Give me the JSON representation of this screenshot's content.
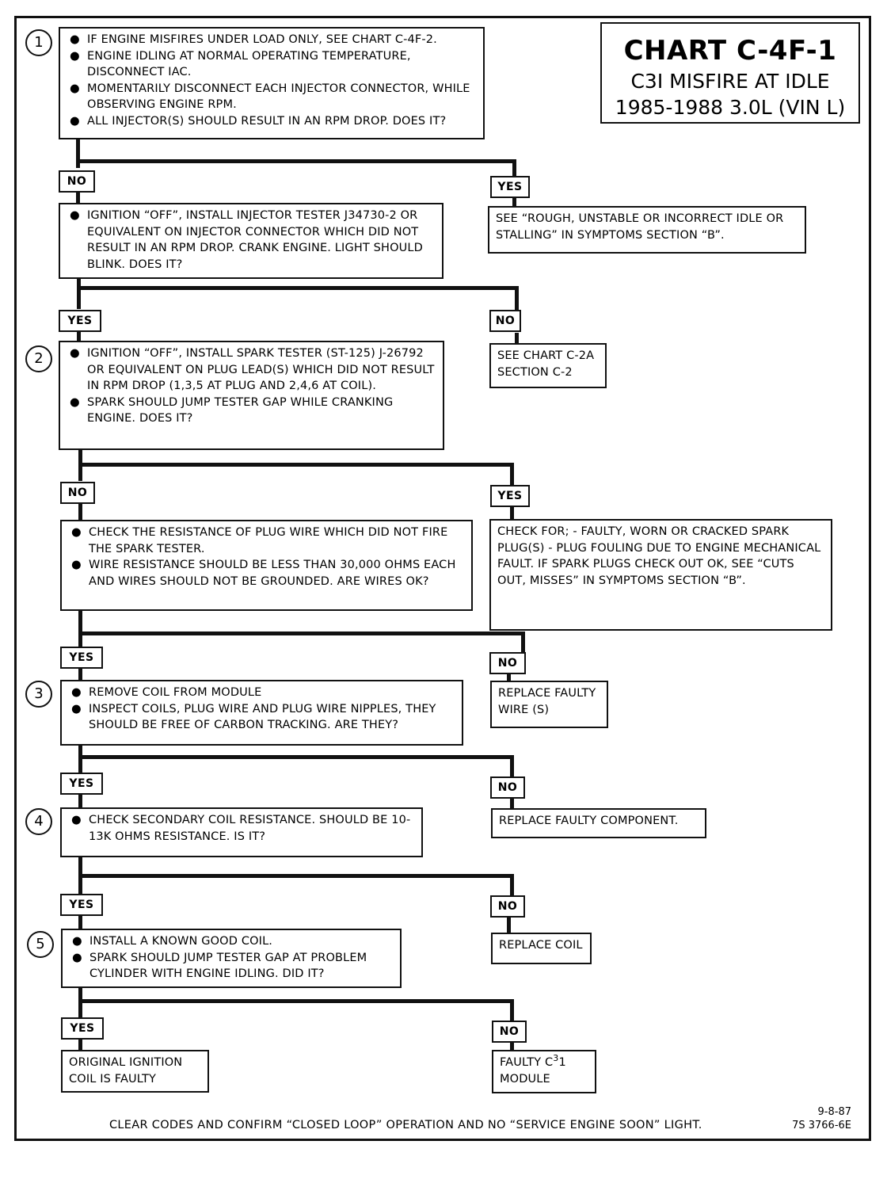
{
  "title": {
    "chart": "CHART C-4F-1",
    "line2": "C3I MISFIRE AT IDLE",
    "line3": "1985-1988 3.0L (VIN L)"
  },
  "steps": [
    "1",
    "2",
    "3",
    "4",
    "5"
  ],
  "box1": [
    "IF ENGINE MISFIRES UNDER LOAD ONLY, SEE CHART C-4F-2.",
    "ENGINE IDLING AT NORMAL OPERATING TEMPERATURE, DISCONNECT IAC.",
    "MOMENTARILY DISCONNECT EACH INJECTOR CONNECTOR, WHILE OBSERVING ENGINE RPM.",
    "ALL INJECTOR(S) SHOULD RESULT IN AN RPM DROP.  DOES IT?"
  ],
  "box2": [
    "IGNITION “OFF”, INSTALL INJECTOR TESTER J34730-2 OR EQUIVALENT ON INJECTOR CONNECTOR WHICH DID NOT RESULT IN AN  RPM DROP.  CRANK ENGINE.  LIGHT SHOULD BLINK. DOES IT?"
  ],
  "box2_yes": "SEE  “ROUGH, UNSTABLE OR INCORRECT IDLE OR STALLING” IN SYMPTOMS SECTION “B”.",
  "box3": [
    "IGNITION “OFF”, INSTALL SPARK TESTER  (ST-125) J-26792 OR EQUIVALENT ON PLUG LEAD(S) WHICH DID NOT RESULT IN RPM DROP (1,3,5 AT PLUG AND 2,4,6 AT COIL).",
    "SPARK SHOULD JUMP TESTER GAP WHILE CRANKING ENGINE.  DOES IT?"
  ],
  "box3_no": "SEE CHART C-2A\nSECTION C-2",
  "box4": [
    "CHECK THE RESISTANCE OF  PLUG WIRE  WHICH DID NOT FIRE THE SPARK TESTER.",
    "WIRE RESISTANCE SHOULD BE LESS THAN 30,000 OHMS EACH  AND WIRES  SHOULD NOT BE GROUNDED.  ARE WIRES OK?"
  ],
  "box4_yes": "CHECK FOR;\n    - FAULTY, WORN OR CRACKED SPARK PLUG(S)\n    - PLUG FOULING DUE TO ENGINE MECHANICAL\n    FAULT.\n    IF SPARK PLUGS CHECK OUT OK, SEE “CUTS OUT,\n    MISSES” IN SYMPTOMS SECTION “B”.",
  "box5": [
    "REMOVE COIL FROM MODULE",
    "INSPECT COILS, PLUG WIRE AND PLUG WIRE NIPPLES, THEY SHOULD BE  FREE OF CARBON TRACKING.  ARE THEY?"
  ],
  "box5_no": "REPLACE\nFAULTY WIRE (S)",
  "box6": [
    "CHECK SECONDARY COIL RESISTANCE.  SHOULD BE 10-13K OHMS RESISTANCE.  IS IT?"
  ],
  "box6_no": "REPLACE FAULTY COMPONENT.",
  "box7": [
    "INSTALL A KNOWN GOOD COIL.",
    "SPARK SHOULD JUMP TESTER GAP AT PROBLEM CYLINDER  WITH ENGINE IDLING.  DID IT?"
  ],
  "box7_no": "REPLACE COIL",
  "final_yes": "ORIGINAL IGNITION\nCOIL IS FAULTY",
  "final_no_pre": "FAULTY C",
  "final_no_sup": "3",
  "final_no_mid": "1",
  "final_no_post": "MODULE",
  "labels": {
    "no": "NO",
    "yes": "YES"
  },
  "bullet": "●",
  "footer": "CLEAR CODES AND CONFIRM “CLOSED LOOP”  OPERATION AND NO “SERVICE ENGINE SOON” LIGHT.",
  "code": {
    "date": "9-8-87",
    "number": "7S 3766-6E"
  }
}
